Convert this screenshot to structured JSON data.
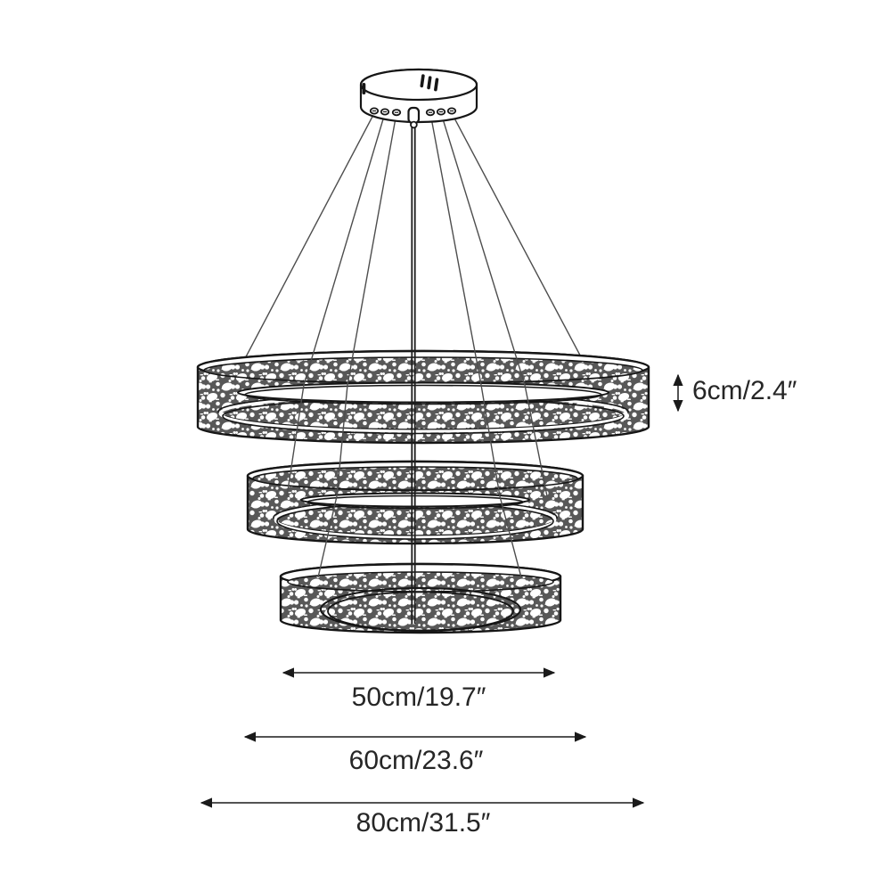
{
  "diagram": {
    "type": "product-dimension-diagram",
    "product": "3-tier crystal ring pendant chandelier",
    "tiers": 3,
    "background_color": "#ffffff",
    "line_color": "#1a1a1a",
    "cable_color": "#4d4d4d",
    "texture_color": "#585858",
    "parts": {
      "canopy": "ceiling canopy with 3 vent slots and 6 cable connectors",
      "suspension": "6 fan-out cables plus 1 central power wire",
      "rings": "three stacked textured LED rings, largest on top"
    },
    "dimensions": {
      "height": {
        "label": "6cm/2.4″",
        "cm": 6,
        "inches": 2.4,
        "applies_to": "ring height"
      },
      "ring_small": {
        "label": "50cm/19.7″",
        "cm": 50,
        "inches": 19.7,
        "applies_to": "bottom ring diameter"
      },
      "ring_medium": {
        "label": "60cm/23.6″",
        "cm": 60,
        "inches": 23.6,
        "applies_to": "middle ring diameter"
      },
      "ring_large": {
        "label": "80cm/31.5″",
        "cm": 80,
        "inches": 31.5,
        "applies_to": "top ring diameter"
      }
    }
  }
}
